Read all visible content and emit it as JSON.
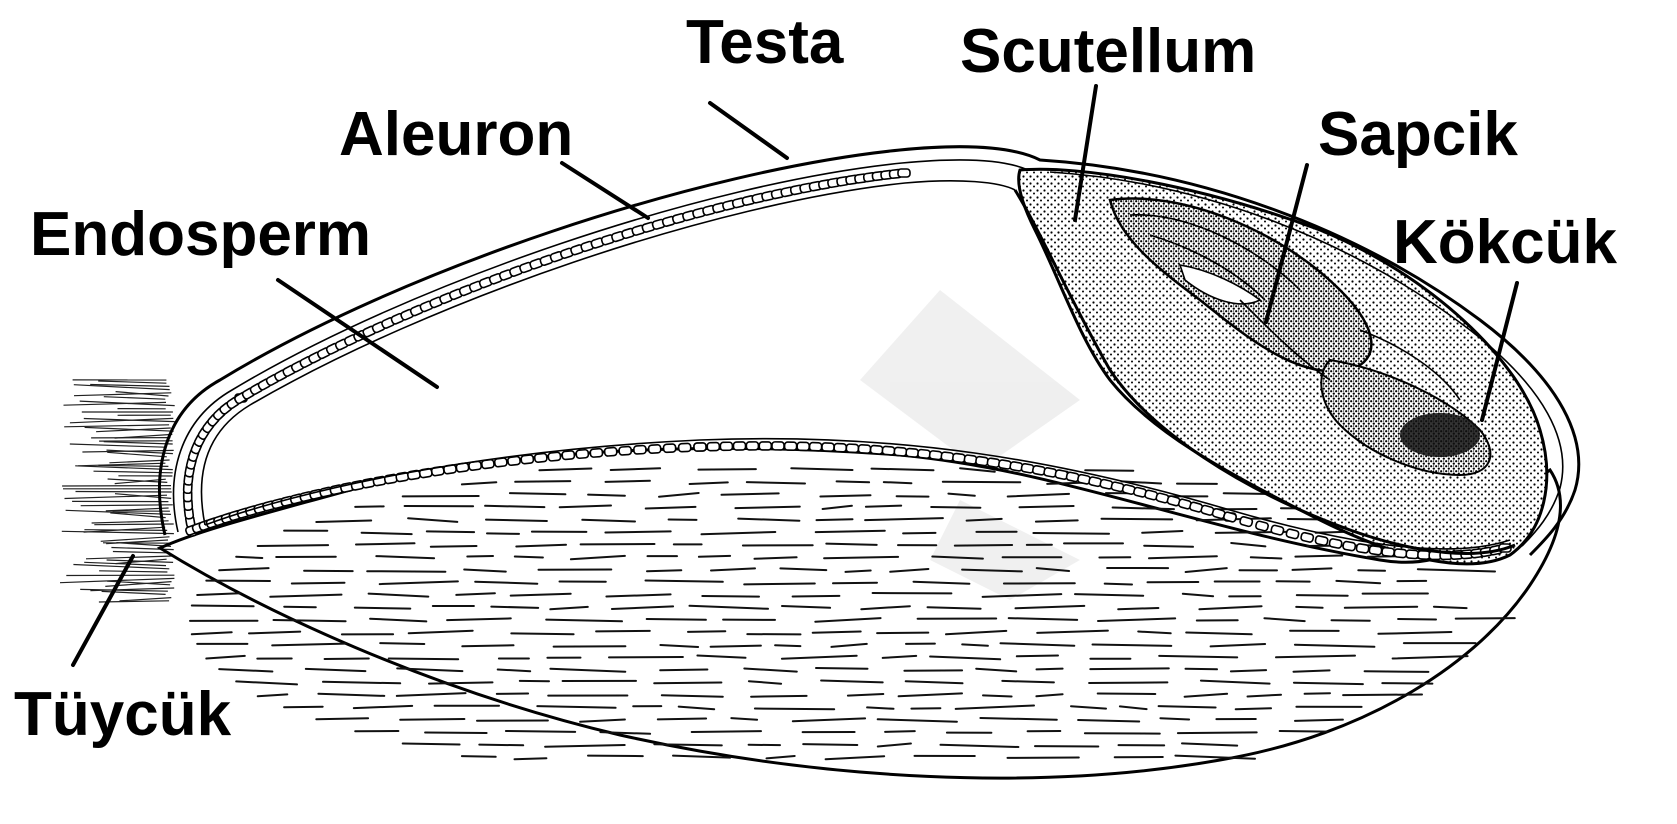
{
  "labels": {
    "testa": "Testa",
    "scutellum": "Scutellum",
    "aleuron": "Aleuron",
    "sapcik": "Sapcik",
    "endosperm": "Endosperm",
    "kokcuk": "Kökcük",
    "tuycuk": "Tüycük"
  }
}
